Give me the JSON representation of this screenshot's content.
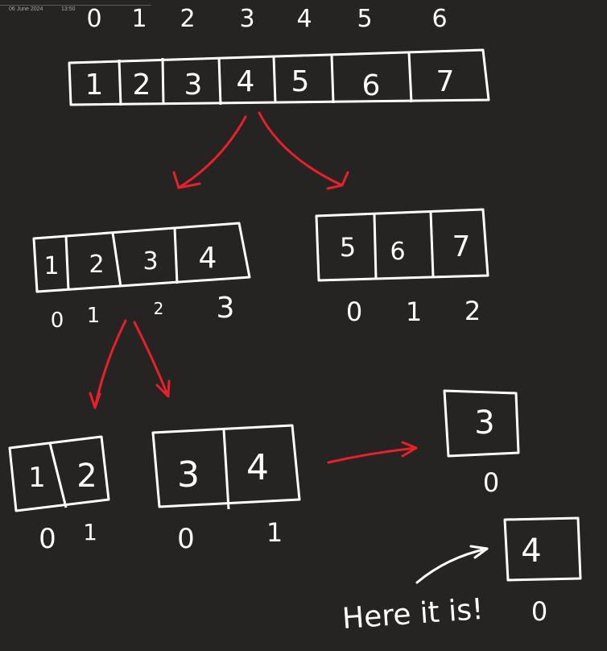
{
  "header": {
    "date": "06 June 2024",
    "time": "13:50"
  },
  "colors": {
    "background": "#252423",
    "ink": "#ffffff",
    "arrow": "#e8202a"
  },
  "arrays": {
    "full": {
      "values": [
        "1",
        "2",
        "3",
        "4",
        "5",
        "6",
        "7"
      ],
      "indices": [
        "0",
        "1",
        "2",
        "3",
        "4",
        "5",
        "6"
      ]
    },
    "left": {
      "values": [
        "1",
        "2",
        "3",
        "4"
      ],
      "indices": [
        "0",
        "1",
        "2",
        "3"
      ]
    },
    "right": {
      "values": [
        "5",
        "6",
        "7"
      ],
      "indices": [
        "0",
        "1",
        "2"
      ]
    },
    "left_left": {
      "values": [
        "1",
        "2"
      ],
      "indices": [
        "0",
        "1"
      ]
    },
    "left_right": {
      "values": [
        "3",
        "4"
      ],
      "indices": [
        "0",
        "1"
      ]
    },
    "single_three": {
      "values": [
        "3"
      ],
      "indices": [
        "0"
      ]
    },
    "single_four": {
      "values": [
        "4"
      ],
      "indices": [
        "0"
      ]
    }
  },
  "annotation": {
    "text": "Here it is!"
  }
}
